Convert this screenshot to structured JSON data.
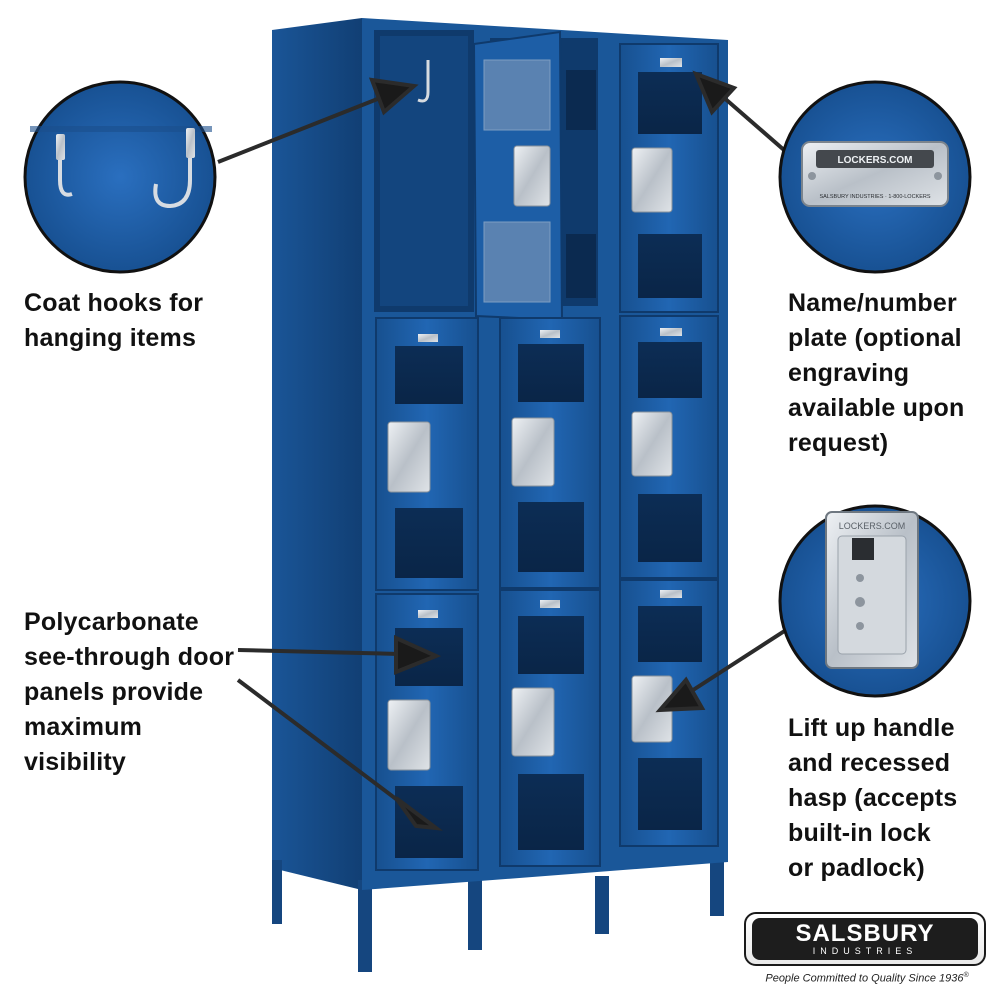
{
  "callouts": {
    "coat_hooks": "Coat hooks for\nhanging items",
    "polycarbonate": "Polycarbonate\nsee-through door\npanels provide\nmaximum\nvisibility",
    "name_plate": "Name/number\nplate (optional\nengraving\navailable upon\nrequest)",
    "lift_handle": "Lift up handle\nand recessed\nhasp (accepts\nbuilt-in lock\nor padlock)"
  },
  "plate": {
    "main": "LOCKERS.COM",
    "small": "SALSBURY INDUSTRIES · 1-800-LOCKERS"
  },
  "handle_stamp": "LOCKERS.COM",
  "logo": {
    "brand": "SALSBURY",
    "sub": "INDUSTRIES",
    "tagline": "People Committed to Quality Since 1936",
    "registered": "®"
  },
  "colors": {
    "locker_blue": "#1e5fa8",
    "locker_dark": "#123d73",
    "metal": "#c9ced4",
    "text": "#111111"
  }
}
